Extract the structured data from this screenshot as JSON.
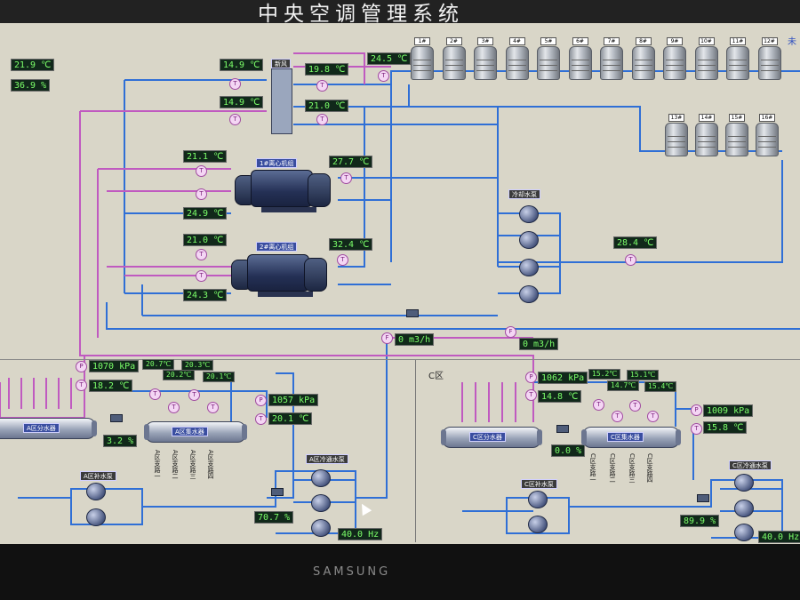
{
  "window": {
    "title": "中央空调管理系统",
    "top_right_fragment": "未"
  },
  "outdoor": {
    "temperature": "21.9 ℃",
    "humidity": "36.9 %"
  },
  "header_manifold": {
    "label": "新风",
    "left_top": "14.9 ℃",
    "left_mid": "14.9 ℃",
    "right_top": "19.8 ℃",
    "right_mid": "21.0 ℃",
    "top_right": "24.5 ℃"
  },
  "chillers": [
    {
      "label": "1#离心机组",
      "in_left": "21.1 ℃",
      "out_left": "24.9 ℃",
      "in_right": "27.7 ℃"
    },
    {
      "label": "2#离心机组",
      "in_left": "21.0 ℃",
      "out_left": "24.3 ℃",
      "in_right": "32.4 ℃"
    }
  ],
  "cooling_towers": [
    "1#",
    "2#",
    "3#",
    "4#",
    "5#",
    "6#",
    "7#",
    "8#",
    "9#",
    "10#",
    "11#",
    "12#",
    "13#",
    "14#",
    "15#",
    "16#"
  ],
  "cooling_pumps": {
    "label": "冷却水泵",
    "return_temp": "28.4 ℃"
  },
  "flow": {
    "meter1": "0 m3/h",
    "meter2": "0 m3/h"
  },
  "zone_a": {
    "supply_pressure": "1070 kPa",
    "supply_temp": "18.2 ℃",
    "splitter_label": "A区分水器",
    "collector_label": "A区集水器",
    "collector_temps": [
      "20.7℃",
      "20.2℃",
      "20.3℃",
      "20.1℃"
    ],
    "return_pressure": "1057 kPa",
    "return_temp": "20.1 ℃",
    "bypass_valve": "3.2 %",
    "make_up_pump_label": "A区补水泵",
    "circ_pump_label": "A区冷通水泵",
    "circ_valve": "70.7 %",
    "frequency": "40.0 Hz",
    "branch_labels": [
      "A区支路一",
      "A区支路二",
      "A区支路三",
      "A区支路四"
    ]
  },
  "zone_c": {
    "title": "C区",
    "supply_pressure": "1062 kPa",
    "supply_temp": "14.8 ℃",
    "splitter_label": "C区分水器",
    "collector_label": "C区集水器",
    "collector_temps": [
      "15.2℃",
      "14.7℃",
      "15.1℃",
      "15.4℃"
    ],
    "return_pressure": "1009 kPa",
    "return_temp": "15.8 ℃",
    "bypass_valve": "0.0 %",
    "make_up_pump_label": "C区补水泵",
    "circ_pump_label": "C区冷通水泵",
    "circ_valve": "89.9 %",
    "frequency": "40.0 Hz",
    "branch_labels": [
      "C区支路一",
      "C区支路二",
      "C区支路三",
      "C区支路四"
    ]
  },
  "monitor": {
    "brand": "SAMSUNG"
  },
  "colors": {
    "screen_bg": "#d9d6c8",
    "pipe_blue": "#2f6fd6",
    "pipe_magenta": "#c05ac0",
    "readout_green": "#7cff6a",
    "readout_bg": "#11281a"
  }
}
